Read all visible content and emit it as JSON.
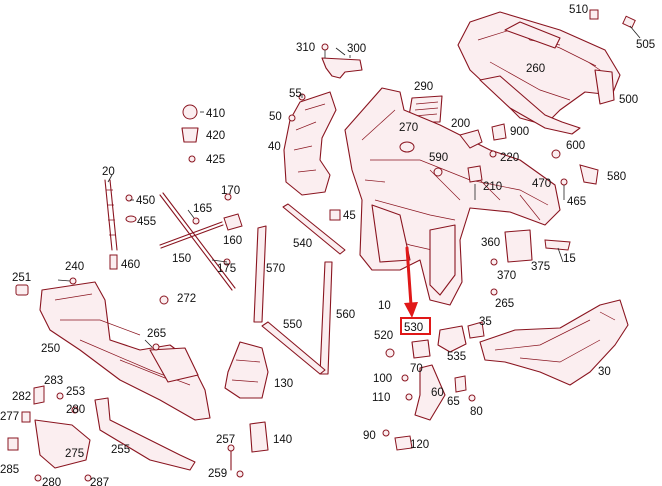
{
  "diagram": {
    "highlight_color": "#e01818",
    "line_color": "#8a1520",
    "highlighted_part": "530",
    "callouts": [
      {
        "id": "c510",
        "text": "510"
      },
      {
        "id": "c505",
        "text": "505"
      },
      {
        "id": "c260",
        "text": "260"
      },
      {
        "id": "c500",
        "text": "500"
      },
      {
        "id": "c310",
        "text": "310"
      },
      {
        "id": "c300",
        "text": "300"
      },
      {
        "id": "c290",
        "text": "290"
      },
      {
        "id": "c55",
        "text": "55"
      },
      {
        "id": "c50",
        "text": "50"
      },
      {
        "id": "c40",
        "text": "40"
      },
      {
        "id": "c410",
        "text": "410"
      },
      {
        "id": "c420",
        "text": "420"
      },
      {
        "id": "c425",
        "text": "425"
      },
      {
        "id": "c270",
        "text": "270"
      },
      {
        "id": "c200",
        "text": "200"
      },
      {
        "id": "c900",
        "text": "900"
      },
      {
        "id": "c590",
        "text": "590"
      },
      {
        "id": "c220",
        "text": "220"
      },
      {
        "id": "c210",
        "text": "210"
      },
      {
        "id": "c600",
        "text": "600"
      },
      {
        "id": "c470",
        "text": "470"
      },
      {
        "id": "c580",
        "text": "580"
      },
      {
        "id": "c465",
        "text": "465"
      },
      {
        "id": "c20",
        "text": "20"
      },
      {
        "id": "c450",
        "text": "450"
      },
      {
        "id": "c455",
        "text": "455"
      },
      {
        "id": "c170",
        "text": "170"
      },
      {
        "id": "c165",
        "text": "165"
      },
      {
        "id": "c160",
        "text": "160"
      },
      {
        "id": "c45",
        "text": "45"
      },
      {
        "id": "c540",
        "text": "540"
      },
      {
        "id": "c360",
        "text": "360"
      },
      {
        "id": "c375",
        "text": "375"
      },
      {
        "id": "c15",
        "text": "15"
      },
      {
        "id": "c370",
        "text": "370"
      },
      {
        "id": "c265a",
        "text": "265"
      },
      {
        "id": "c251",
        "text": "251"
      },
      {
        "id": "c240",
        "text": "240"
      },
      {
        "id": "c460",
        "text": "460"
      },
      {
        "id": "c150",
        "text": "150"
      },
      {
        "id": "c175",
        "text": "175"
      },
      {
        "id": "c570",
        "text": "570"
      },
      {
        "id": "c272",
        "text": "272"
      },
      {
        "id": "c10",
        "text": "10"
      },
      {
        "id": "c560",
        "text": "560"
      },
      {
        "id": "c550",
        "text": "550"
      },
      {
        "id": "c520",
        "text": "520"
      },
      {
        "id": "c530",
        "text": "530"
      },
      {
        "id": "c35",
        "text": "35"
      },
      {
        "id": "c535",
        "text": "535"
      },
      {
        "id": "c250",
        "text": "250"
      },
      {
        "id": "c265b",
        "text": "265"
      },
      {
        "id": "c130",
        "text": "130"
      },
      {
        "id": "c100",
        "text": "100"
      },
      {
        "id": "c70",
        "text": "70"
      },
      {
        "id": "c60",
        "text": "60"
      },
      {
        "id": "c65",
        "text": "65"
      },
      {
        "id": "c30",
        "text": "30"
      },
      {
        "id": "c110",
        "text": "110"
      },
      {
        "id": "c80",
        "text": "80"
      },
      {
        "id": "c283",
        "text": "283"
      },
      {
        "id": "c282",
        "text": "282"
      },
      {
        "id": "c253",
        "text": "253"
      },
      {
        "id": "c277",
        "text": "277"
      },
      {
        "id": "c280a",
        "text": "280"
      },
      {
        "id": "c275",
        "text": "275"
      },
      {
        "id": "c255",
        "text": "255"
      },
      {
        "id": "c257",
        "text": "257"
      },
      {
        "id": "c140",
        "text": "140"
      },
      {
        "id": "c90",
        "text": "90"
      },
      {
        "id": "c120",
        "text": "120"
      },
      {
        "id": "c285",
        "text": "285"
      },
      {
        "id": "c280b",
        "text": "280"
      },
      {
        "id": "c287",
        "text": "287"
      },
      {
        "id": "c259",
        "text": "259"
      }
    ]
  }
}
